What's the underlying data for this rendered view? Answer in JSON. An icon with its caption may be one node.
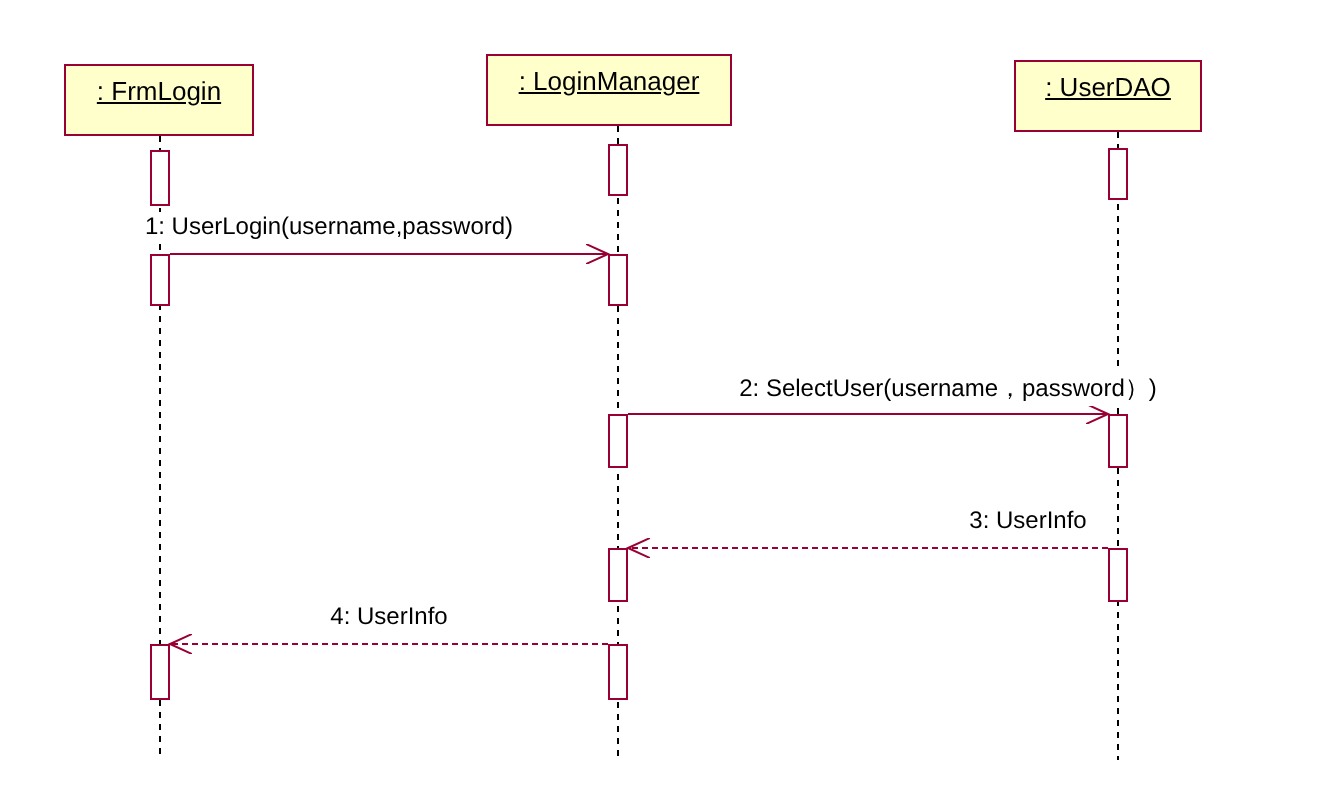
{
  "diagram": {
    "nodes": [
      {
        "text": [
          ": FrmLogin"
        ]
      },
      {
        "text": [
          ": LoginManager"
        ]
      },
      {
        "text": [
          ": UserDAO"
        ]
      },
      {
        "text": [],
        "shape": "bar"
      },
      {
        "text": [],
        "shape": "bar"
      },
      {
        "text": [],
        "shape": "bar"
      },
      {
        "text": [],
        "shape": "bar"
      },
      {
        "text": [],
        "shape": "bar"
      },
      {
        "text": [],
        "shape": "bar"
      },
      {
        "text": [],
        "shape": "bar"
      },
      {
        "text": [],
        "shape": "bar"
      },
      {
        "text": [],
        "shape": "bar"
      },
      {
        "text": [],
        "shape": "bar"
      },
      {
        "text": [],
        "shape": "bar"
      }
    ],
    "edges": [
      {
        "from": 6,
        "to": 7,
        "arrow": "to",
        "label": "1: UserLogin(username,password)"
      },
      {
        "from": 8,
        "to": 9,
        "arrow": "to",
        "label": "2: SelectUser(username，password）)"
      },
      {
        "from": 11,
        "to": 10,
        "arrow": "to",
        "label": "3: UserInfo",
        "style": "dashed"
      },
      {
        "from": 13,
        "to": 12,
        "arrow": "to",
        "label": "4: UserInfo",
        "style": "dashed"
      }
    ]
  }
}
